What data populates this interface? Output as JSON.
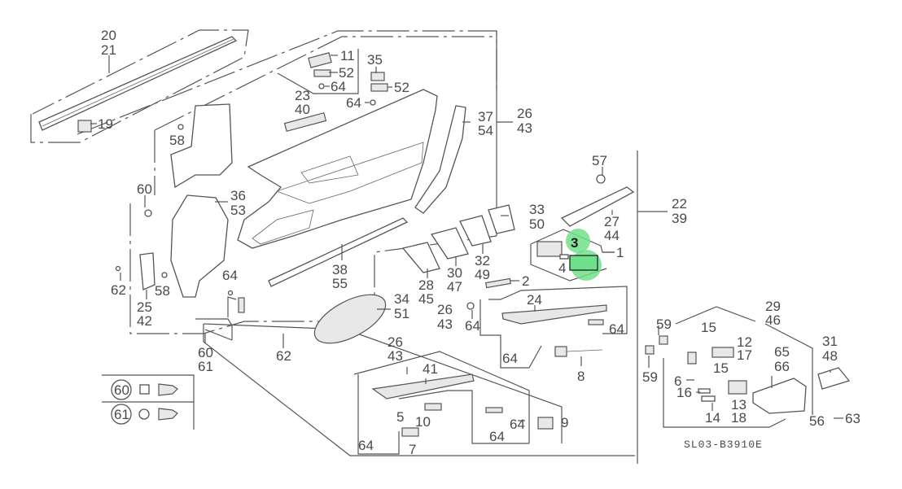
{
  "diagram": {
    "code": "SL03-B3910E",
    "highlight_color": "#6ee08a",
    "highlighted_part": "3",
    "callouts": {
      "c20_21": [
        "20",
        "21"
      ],
      "c19": "19",
      "c11": "11",
      "c52a": "52",
      "c64a": "64",
      "c35": "35",
      "c52b": "52",
      "c64b": "64",
      "c23_40": [
        "23",
        "40"
      ],
      "c26_43_top": [
        "26",
        "43"
      ],
      "c37_54": [
        "37",
        "54"
      ],
      "c58a": "58",
      "c57": "57",
      "c22_39": [
        "22",
        "39"
      ],
      "c27_44": [
        "27",
        "44"
      ],
      "c60": "60",
      "c36_53": [
        "36",
        "53"
      ],
      "c33_50": [
        "33",
        "50"
      ],
      "c3": "3",
      "c1": "1",
      "c4": "4",
      "c64c": "64",
      "c62a": "62",
      "c58b": "58",
      "c25_42": [
        "25",
        "42"
      ],
      "c38_55": [
        "38",
        "55"
      ],
      "c28_45": [
        "28",
        "45"
      ],
      "c30_47": [
        "30",
        "47"
      ],
      "c32_49": [
        "32",
        "49"
      ],
      "c2": "2",
      "c34_51": [
        "34",
        "51"
      ],
      "c26_43_mid": [
        "26",
        "43"
      ],
      "c64d": "64",
      "c24": "24",
      "c64e": "64",
      "c64f": "64",
      "c8": "8",
      "c60_61": [
        "60",
        "61"
      ],
      "c62b": "62",
      "c26_43_low": [
        "26",
        "43"
      ],
      "c41": "41",
      "c5": "5",
      "c10": "10",
      "c64g": "64",
      "c64h": "64",
      "c64i": "64",
      "c7": "7",
      "c9": "9",
      "c29_46": [
        "29",
        "46"
      ],
      "c59a": "59",
      "c59b": "59",
      "c15a": "15",
      "c12_17": [
        "12",
        "17"
      ],
      "c15b": "15",
      "c6": "6",
      "c16": "16",
      "c14": "14",
      "c13_18": [
        "13",
        "18"
      ],
      "c65_66": [
        "65",
        "66"
      ],
      "c31_48": [
        "31",
        "48"
      ],
      "c56": "56",
      "c63": "63"
    },
    "legend": {
      "rows": [
        {
          "num": "60",
          "icon": "square-clip-icon"
        },
        {
          "num": "61",
          "icon": "round-clip-icon"
        }
      ]
    }
  }
}
